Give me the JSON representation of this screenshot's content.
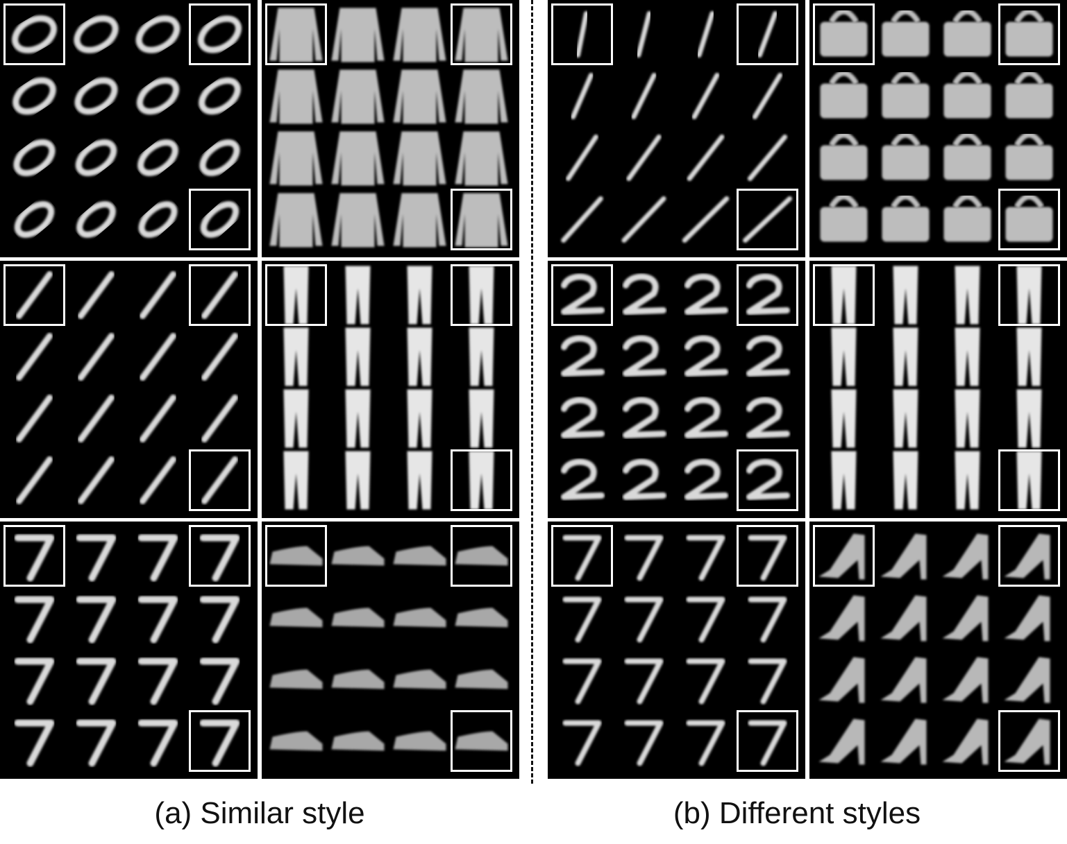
{
  "figure": {
    "captions": {
      "a": "(a) Similar style",
      "b": "(b) Different styles"
    },
    "palette": {
      "background": "#000000",
      "frame": "#ffffff",
      "glyph": "#d9d9d9",
      "garment": "#bdbdbd"
    },
    "panels": [
      {
        "group": "a",
        "row": 0,
        "col": 0,
        "content": "digit-0",
        "style": "similar"
      },
      {
        "group": "a",
        "row": 0,
        "col": 1,
        "content": "pullover",
        "style": "similar"
      },
      {
        "group": "a",
        "row": 1,
        "col": 0,
        "content": "digit-1",
        "style": "similar"
      },
      {
        "group": "a",
        "row": 1,
        "col": 1,
        "content": "trouser",
        "style": "similar"
      },
      {
        "group": "a",
        "row": 2,
        "col": 0,
        "content": "digit-7",
        "style": "similar"
      },
      {
        "group": "a",
        "row": 2,
        "col": 1,
        "content": "sneaker",
        "style": "similar"
      },
      {
        "group": "b",
        "row": 0,
        "col": 0,
        "content": "digit-1",
        "style": "different"
      },
      {
        "group": "b",
        "row": 0,
        "col": 1,
        "content": "bag",
        "style": "different"
      },
      {
        "group": "b",
        "row": 1,
        "col": 0,
        "content": "digit-2",
        "style": "different"
      },
      {
        "group": "b",
        "row": 1,
        "col": 1,
        "content": "trouser",
        "style": "different"
      },
      {
        "group": "b",
        "row": 2,
        "col": 0,
        "content": "digit-7",
        "style": "different"
      },
      {
        "group": "b",
        "row": 2,
        "col": 1,
        "content": "sandal",
        "style": "different"
      }
    ]
  }
}
